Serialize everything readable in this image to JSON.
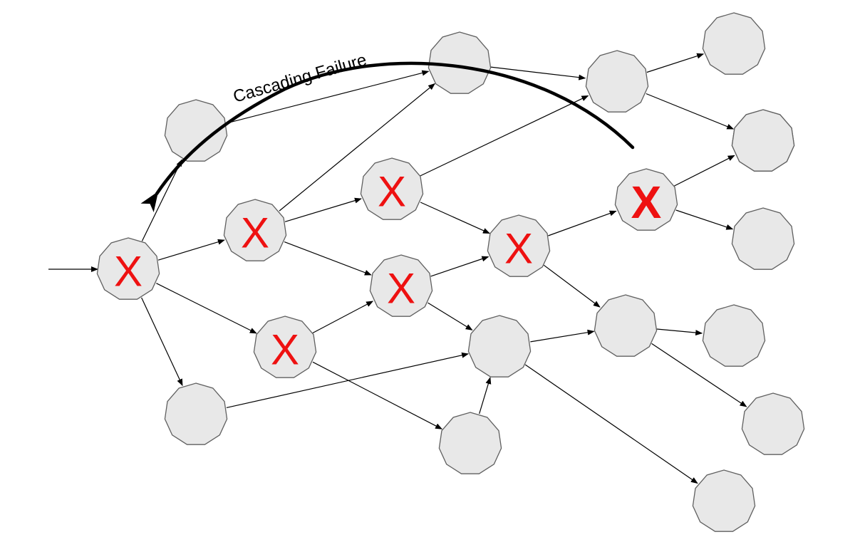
{
  "caption": "Cascading Failure",
  "failure_mark": "X",
  "colors": {
    "node_fill": "#e8e8e8",
    "node_stroke": "#606060",
    "fail_mark": "#ee1111",
    "edge": "#000000",
    "cascade_arrow": "#000000"
  },
  "nodes": [
    {
      "id": "entry",
      "failed": true
    },
    {
      "id": "upper-left",
      "failed": false
    },
    {
      "id": "lower-left",
      "failed": false
    },
    {
      "id": "mid-upper",
      "failed": true
    },
    {
      "id": "mid-lower",
      "failed": true
    },
    {
      "id": "center-upper",
      "failed": true
    },
    {
      "id": "center-lower",
      "failed": true
    },
    {
      "id": "top",
      "failed": false
    },
    {
      "id": "upper-right-a",
      "failed": false
    },
    {
      "id": "center-right",
      "failed": true
    },
    {
      "id": "hub-lower",
      "failed": false
    },
    {
      "id": "bottom-mid",
      "failed": false
    },
    {
      "id": "top-right-a",
      "failed": false
    },
    {
      "id": "top-right-b",
      "failed": false
    },
    {
      "id": "right-failed",
      "failed": true,
      "bold": true
    },
    {
      "id": "right-hub",
      "failed": false
    },
    {
      "id": "far-right-1",
      "failed": false
    },
    {
      "id": "far-right-2",
      "failed": false
    },
    {
      "id": "far-right-3",
      "failed": false
    },
    {
      "id": "far-right-4",
      "failed": false
    },
    {
      "id": "far-bottom",
      "failed": false
    }
  ],
  "edges": [
    [
      "entry",
      "upper-left"
    ],
    [
      "entry",
      "mid-upper"
    ],
    [
      "entry",
      "mid-lower"
    ],
    [
      "entry",
      "lower-left"
    ],
    [
      "upper-left",
      "top"
    ],
    [
      "mid-upper",
      "top"
    ],
    [
      "mid-upper",
      "center-upper"
    ],
    [
      "mid-upper",
      "center-lower"
    ],
    [
      "mid-lower",
      "center-lower"
    ],
    [
      "mid-lower",
      "bottom-mid"
    ],
    [
      "lower-left",
      "hub-lower"
    ],
    [
      "top",
      "upper-right-a"
    ],
    [
      "upper-right-a",
      "top-right-a"
    ],
    [
      "upper-right-a",
      "top-right-b"
    ],
    [
      "center-upper",
      "upper-right-a"
    ],
    [
      "center-upper",
      "center-right"
    ],
    [
      "center-lower",
      "center-right"
    ],
    [
      "center-lower",
      "hub-lower"
    ],
    [
      "center-right",
      "right-failed"
    ],
    [
      "center-right",
      "right-hub"
    ],
    [
      "right-failed",
      "far-right-1"
    ],
    [
      "right-failed",
      "far-right-2"
    ],
    [
      "hub-lower",
      "right-hub"
    ],
    [
      "hub-lower",
      "far-bottom"
    ],
    [
      "bottom-mid",
      "hub-lower"
    ],
    [
      "right-hub",
      "far-right-3"
    ],
    [
      "right-hub",
      "far-right-4"
    ]
  ]
}
